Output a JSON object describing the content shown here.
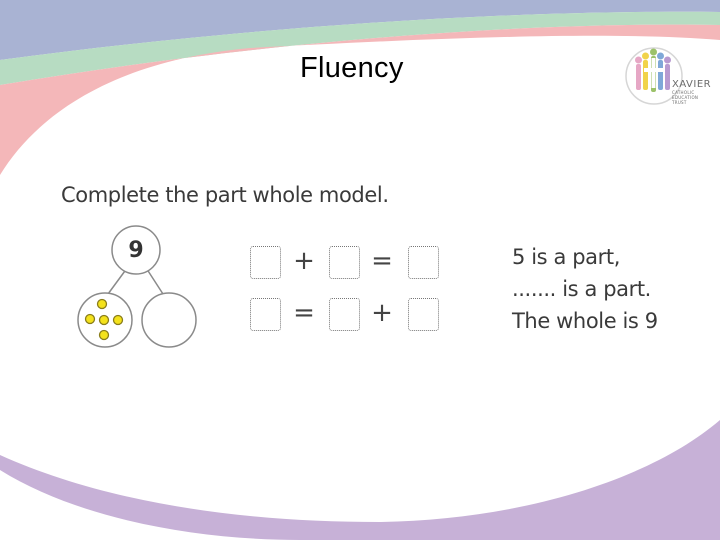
{
  "slide": {
    "title": "Fluency",
    "logo": {
      "name": "XAVIER",
      "subtitle_lines": [
        "CATHOLIC",
        "EDUCATION",
        "TRUST"
      ]
    }
  },
  "task": {
    "instruction": "Complete the part whole model.",
    "model": {
      "whole": "9",
      "part_counters": 5,
      "counter_color": "#f4e21c",
      "right_part": ""
    },
    "equations": [
      {
        "op1": "+",
        "op2": "="
      },
      {
        "op1": "=",
        "op2": "+"
      }
    ],
    "statements": [
      "5 is a part,",
      "....... is a part.",
      "The whole is 9"
    ]
  },
  "theme": {
    "band_colors": [
      "#a9b3d3",
      "#b7dcc2",
      "#f4b7b9",
      "#c7b1d7"
    ]
  }
}
